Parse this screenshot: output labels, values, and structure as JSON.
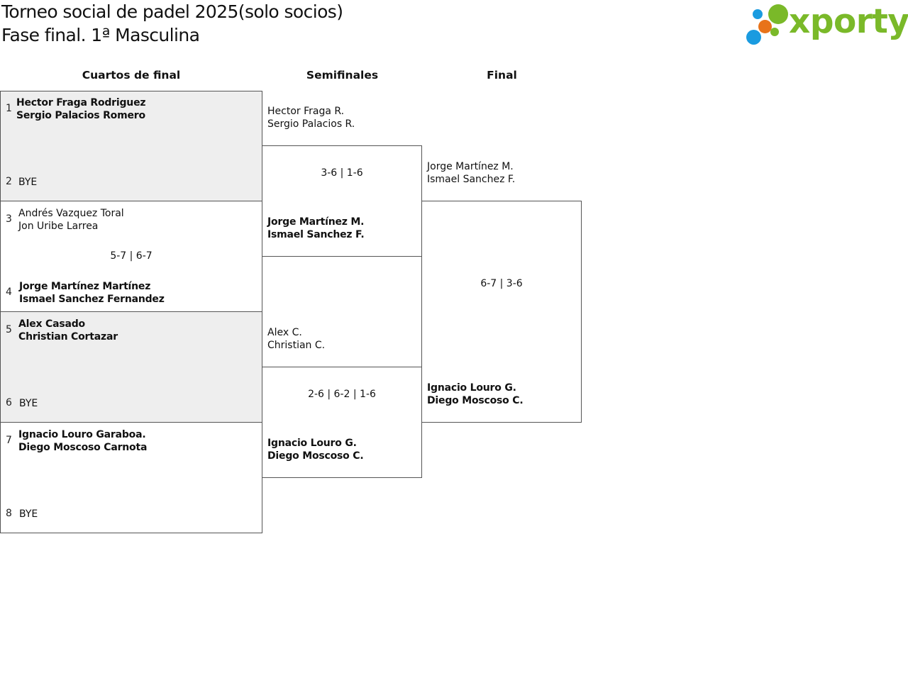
{
  "header": {
    "title_line1": "Torneo social de padel 2025(solo socios)",
    "title_line2": "Fase final. 1ª Masculina"
  },
  "logo": {
    "text": "xporty",
    "colors": {
      "green": "#7ab929",
      "blue": "#1a9be0",
      "orange": "#e8731a"
    }
  },
  "rounds": {
    "quarters": "Cuartos de final",
    "semis": "Semifinales",
    "final": "Final"
  },
  "quarterfinals": [
    {
      "top": {
        "seed": "1",
        "players": [
          "Hector Fraga Rodriguez",
          "Sergio Palacios Romero"
        ],
        "winner": true
      },
      "bottom": {
        "seed": "2",
        "players": [
          "BYE"
        ],
        "winner": false
      },
      "score": ""
    },
    {
      "top": {
        "seed": "3",
        "players": [
          "Andrés Vazquez Toral",
          "Jon Uribe Larrea"
        ],
        "winner": false
      },
      "bottom": {
        "seed": "4",
        "players": [
          "Jorge Martínez Martínez",
          "Ismael Sanchez Fernandez"
        ],
        "winner": true
      },
      "score": "5-7 | 6-7"
    },
    {
      "top": {
        "seed": "5",
        "players": [
          "Alex Casado",
          "Christian Cortazar"
        ],
        "winner": true
      },
      "bottom": {
        "seed": "6",
        "players": [
          "BYE"
        ],
        "winner": false
      },
      "score": ""
    },
    {
      "top": {
        "seed": "7",
        "players": [
          "Ignacio Louro Garaboa.",
          "Diego Moscoso Carnota"
        ],
        "winner": true
      },
      "bottom": {
        "seed": "8",
        "players": [
          "BYE"
        ],
        "winner": false
      },
      "score": ""
    }
  ],
  "semifinals": [
    {
      "top": {
        "players": [
          "Hector Fraga R.",
          "Sergio Palacios R."
        ],
        "winner": false
      },
      "bottom": {
        "players": [
          "Jorge Martínez M.",
          "Ismael Sanchez F."
        ],
        "winner": true
      },
      "score": "3-6 | 1-6"
    },
    {
      "top": {
        "players": [
          "Alex C.",
          "Christian C."
        ],
        "winner": false
      },
      "bottom": {
        "players": [
          "Ignacio Louro G.",
          "Diego Moscoso C."
        ],
        "winner": true
      },
      "score": "2-6 | 6-2 | 1-6"
    }
  ],
  "final": {
    "top": {
      "players": [
        "Jorge Martínez M.",
        "Ismael Sanchez F."
      ],
      "winner": false
    },
    "bottom": {
      "players": [
        "Ignacio Louro G.",
        "Diego Moscoso C."
      ],
      "winner": true
    },
    "score": "6-7 | 3-6"
  }
}
